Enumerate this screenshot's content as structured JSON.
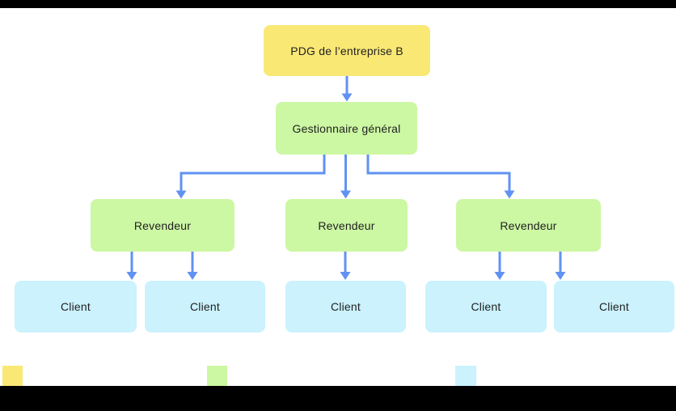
{
  "diagram": {
    "nodes": {
      "root": "PDG de l’entreprise B",
      "manager": "Gestionnaire général",
      "resellers": [
        "Revendeur",
        "Revendeur",
        "Revendeur"
      ],
      "clients": [
        "Client",
        "Client",
        "Client",
        "Client",
        "Client"
      ]
    },
    "colors": {
      "root_fill": "#FAE875",
      "reseller_fill": "#CCF7A3",
      "client_fill": "#CBF2FD",
      "connector": "#6092F2",
      "text": "#212121",
      "edge_bar": "#000000"
    }
  },
  "legend": {
    "swatches": [
      {
        "color": "#FAE875"
      },
      {
        "color": "#CCF7A3"
      },
      {
        "color": "#CBF2FD"
      }
    ]
  }
}
